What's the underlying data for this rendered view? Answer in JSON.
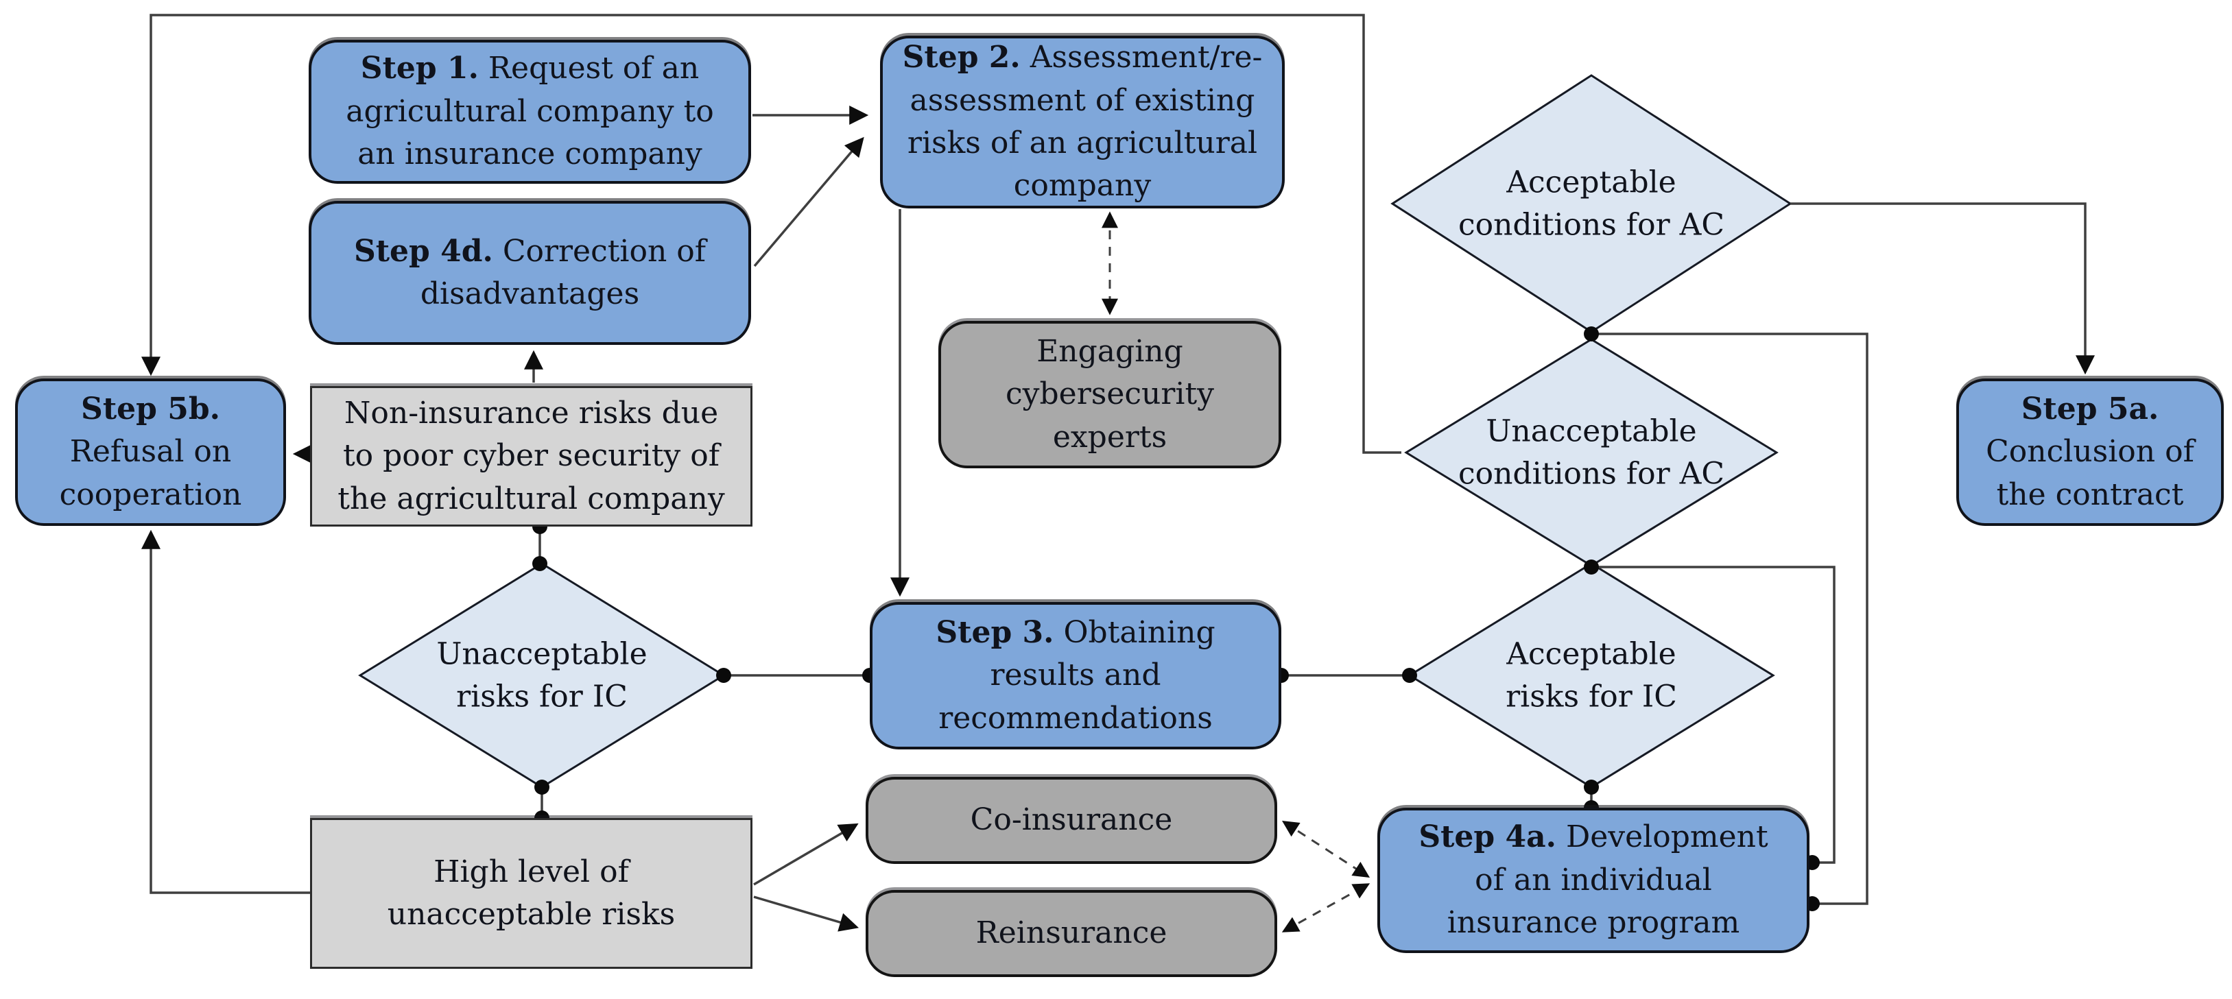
{
  "figure": {
    "type": "flowchart",
    "description": "Insurance process flowchart for agricultural companies with cybersecurity assessment"
  },
  "colors": {
    "node_blue": "#7fa7da",
    "node_gray_light": "#d5d5d5",
    "node_gray_dark": "#a9a9a9",
    "diamond_fill": "#dce6f2",
    "line_color": "#3f3f3f"
  },
  "nodes": {
    "step1": {
      "prefix": "Step 1.",
      "text": " Request of an agricultural company to an insurance company"
    },
    "step2": {
      "prefix": "Step 2.",
      "text": " Assessment/re-assessment of existing risks of an agricultural company"
    },
    "step4d": {
      "prefix": "Step 4d.",
      "text": " Correction of disadvantages"
    },
    "step5b": {
      "prefix": "Step 5b.",
      "text": "Refusal on cooperation"
    },
    "non_insurance": {
      "text": "Non-insurance risks due to poor cyber security of the agricultural company"
    },
    "experts": {
      "text": "Engaging cybersecurity experts"
    },
    "acc_cond_ac": {
      "text": "Acceptable conditions for AC"
    },
    "unacc_cond_ac": {
      "text": "Unacceptable conditions for AC"
    },
    "step5a": {
      "prefix": "Step 5a.",
      "text": "Conclusion of the contract"
    },
    "unacc_risks_ic": {
      "text": "Unacceptable risks for IC"
    },
    "step3": {
      "prefix": "Step 3.",
      "text": " Obtaining results and recommendations"
    },
    "acc_risks_ic": {
      "text": "Acceptable risks for IC"
    },
    "high_level": {
      "text": "High level of unacceptable risks"
    },
    "co_insurance": {
      "text": "Co-insurance"
    },
    "reinsurance": {
      "text": "Reinsurance"
    },
    "step4a": {
      "prefix": "Step 4a.",
      "text": " Development of an individual insurance program"
    }
  }
}
